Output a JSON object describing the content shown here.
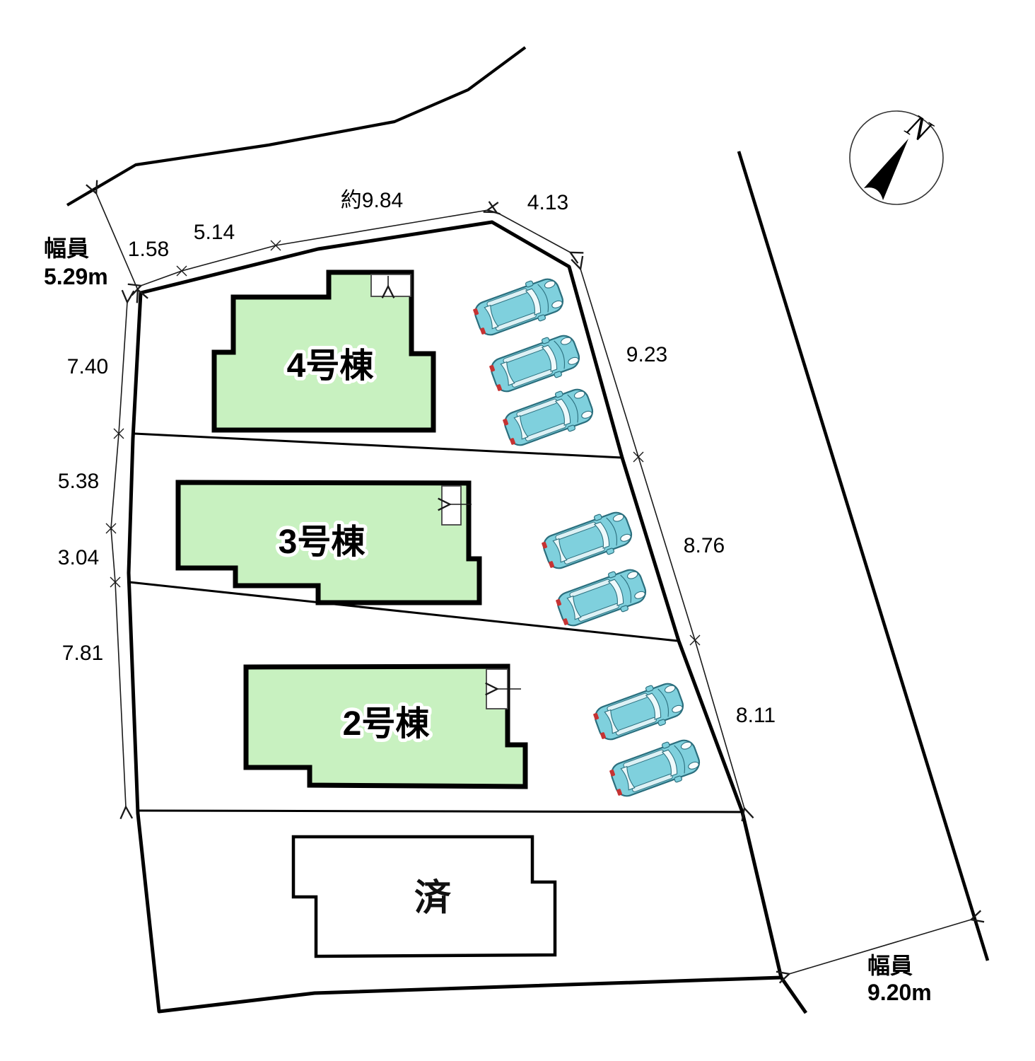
{
  "site_plan": {
    "north_label": "N",
    "road_top": {
      "width_label": "幅員",
      "width_value": "5.29m"
    },
    "road_right": {
      "width_label": "幅員",
      "width_value": "9.20m"
    },
    "buildings": [
      {
        "id": "house-4",
        "label": "4号棟",
        "status": "for-sale"
      },
      {
        "id": "house-3",
        "label": "3号棟",
        "status": "for-sale"
      },
      {
        "id": "house-2",
        "label": "2号棟",
        "status": "for-sale"
      },
      {
        "id": "house-sold",
        "label": "済",
        "status": "sold"
      }
    ],
    "dimensions_top": [
      "1.58",
      "5.14",
      "約9.84",
      "4.13"
    ],
    "dimensions_left": [
      "7.40",
      "5.38",
      "3.04",
      "7.81"
    ],
    "dimensions_right": [
      "9.23",
      "8.76",
      "8.11"
    ],
    "cars_count": 7,
    "icons": {
      "compass": "compass-north-icon",
      "car": "car-top-view-icon"
    },
    "colors": {
      "house_fill": "#c8f1c0",
      "car_body": "#7fd0dd",
      "car_outline": "#2b6f7e",
      "taillight_red": "#c63333",
      "line": "#000000",
      "background": "#ffffff"
    }
  }
}
